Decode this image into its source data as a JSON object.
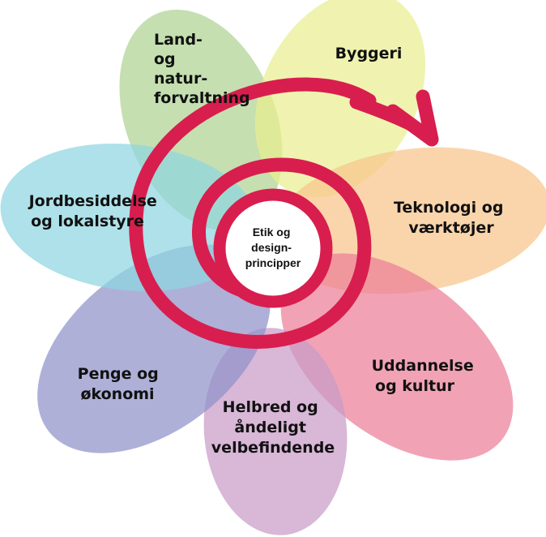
{
  "center": {
    "lines": [
      "Etik og",
      "design-",
      "principper"
    ]
  },
  "petals": [
    {
      "id": "land",
      "lines": [
        "Land-",
        "og",
        "natur-",
        "forvaltning"
      ],
      "color": "#aed391"
    },
    {
      "id": "byggeri",
      "lines": [
        "Byggeri"
      ],
      "color": "#e9ee90"
    },
    {
      "id": "teknologi",
      "lines": [
        "Teknologi og",
        "værktøjer"
      ],
      "color": "#f8c58c"
    },
    {
      "id": "uddannelse",
      "lines": [
        "Uddannelse",
        "og kultur"
      ],
      "color": "#eb7f99"
    },
    {
      "id": "helbred",
      "lines": [
        "Helbred og",
        "åndeligt",
        "velbefindende"
      ],
      "color": "#c99bc7"
    },
    {
      "id": "penge",
      "lines": [
        "Penge og",
        "økonomi"
      ],
      "color": "#8f92c9"
    },
    {
      "id": "jord",
      "lines": [
        "Jordbesiddelse",
        "og lokalstyre"
      ],
      "color": "#8fd6e1"
    }
  ],
  "spiral_color": "#d81e4e"
}
